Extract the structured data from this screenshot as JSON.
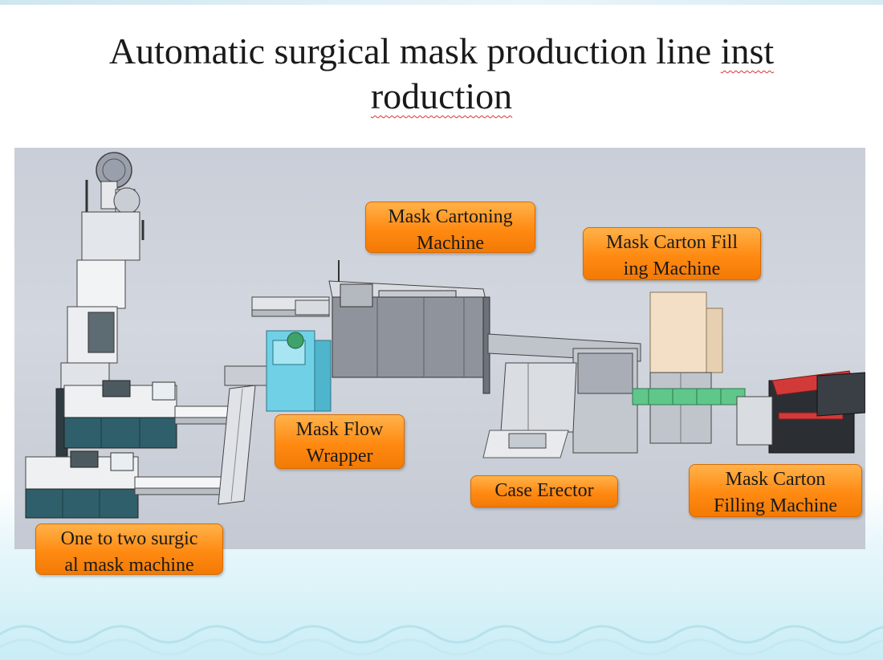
{
  "slide": {
    "title_line1_main": "Automatic surgical mask production line ",
    "title_line1_tail": "inst",
    "title_line2": "roduction"
  },
  "labels": {
    "cartoning": [
      "Mask Cartoning",
      "Machine"
    ],
    "filling_top": [
      "Mask Carton Fill",
      "ing Machine"
    ],
    "flow_wrapper": [
      "Mask Flow",
      "Wrapper"
    ],
    "case_erector": [
      "Case Erector"
    ],
    "filling_bottom": [
      "Mask Carton",
      "Filling Machine"
    ],
    "mask_machine": [
      "One to two surgic",
      "al mask machine"
    ]
  },
  "colors": {
    "callout_fill": "#ff8a12",
    "machine_white": "#eef0f2",
    "machine_panel": "#2f5f6a",
    "machine_blue": "#6fd0e6",
    "machine_gray": "#8f949c",
    "machine_red": "#d23a3a",
    "machine_green": "#5fc78a",
    "machine_cream": "#f3dfc6"
  }
}
